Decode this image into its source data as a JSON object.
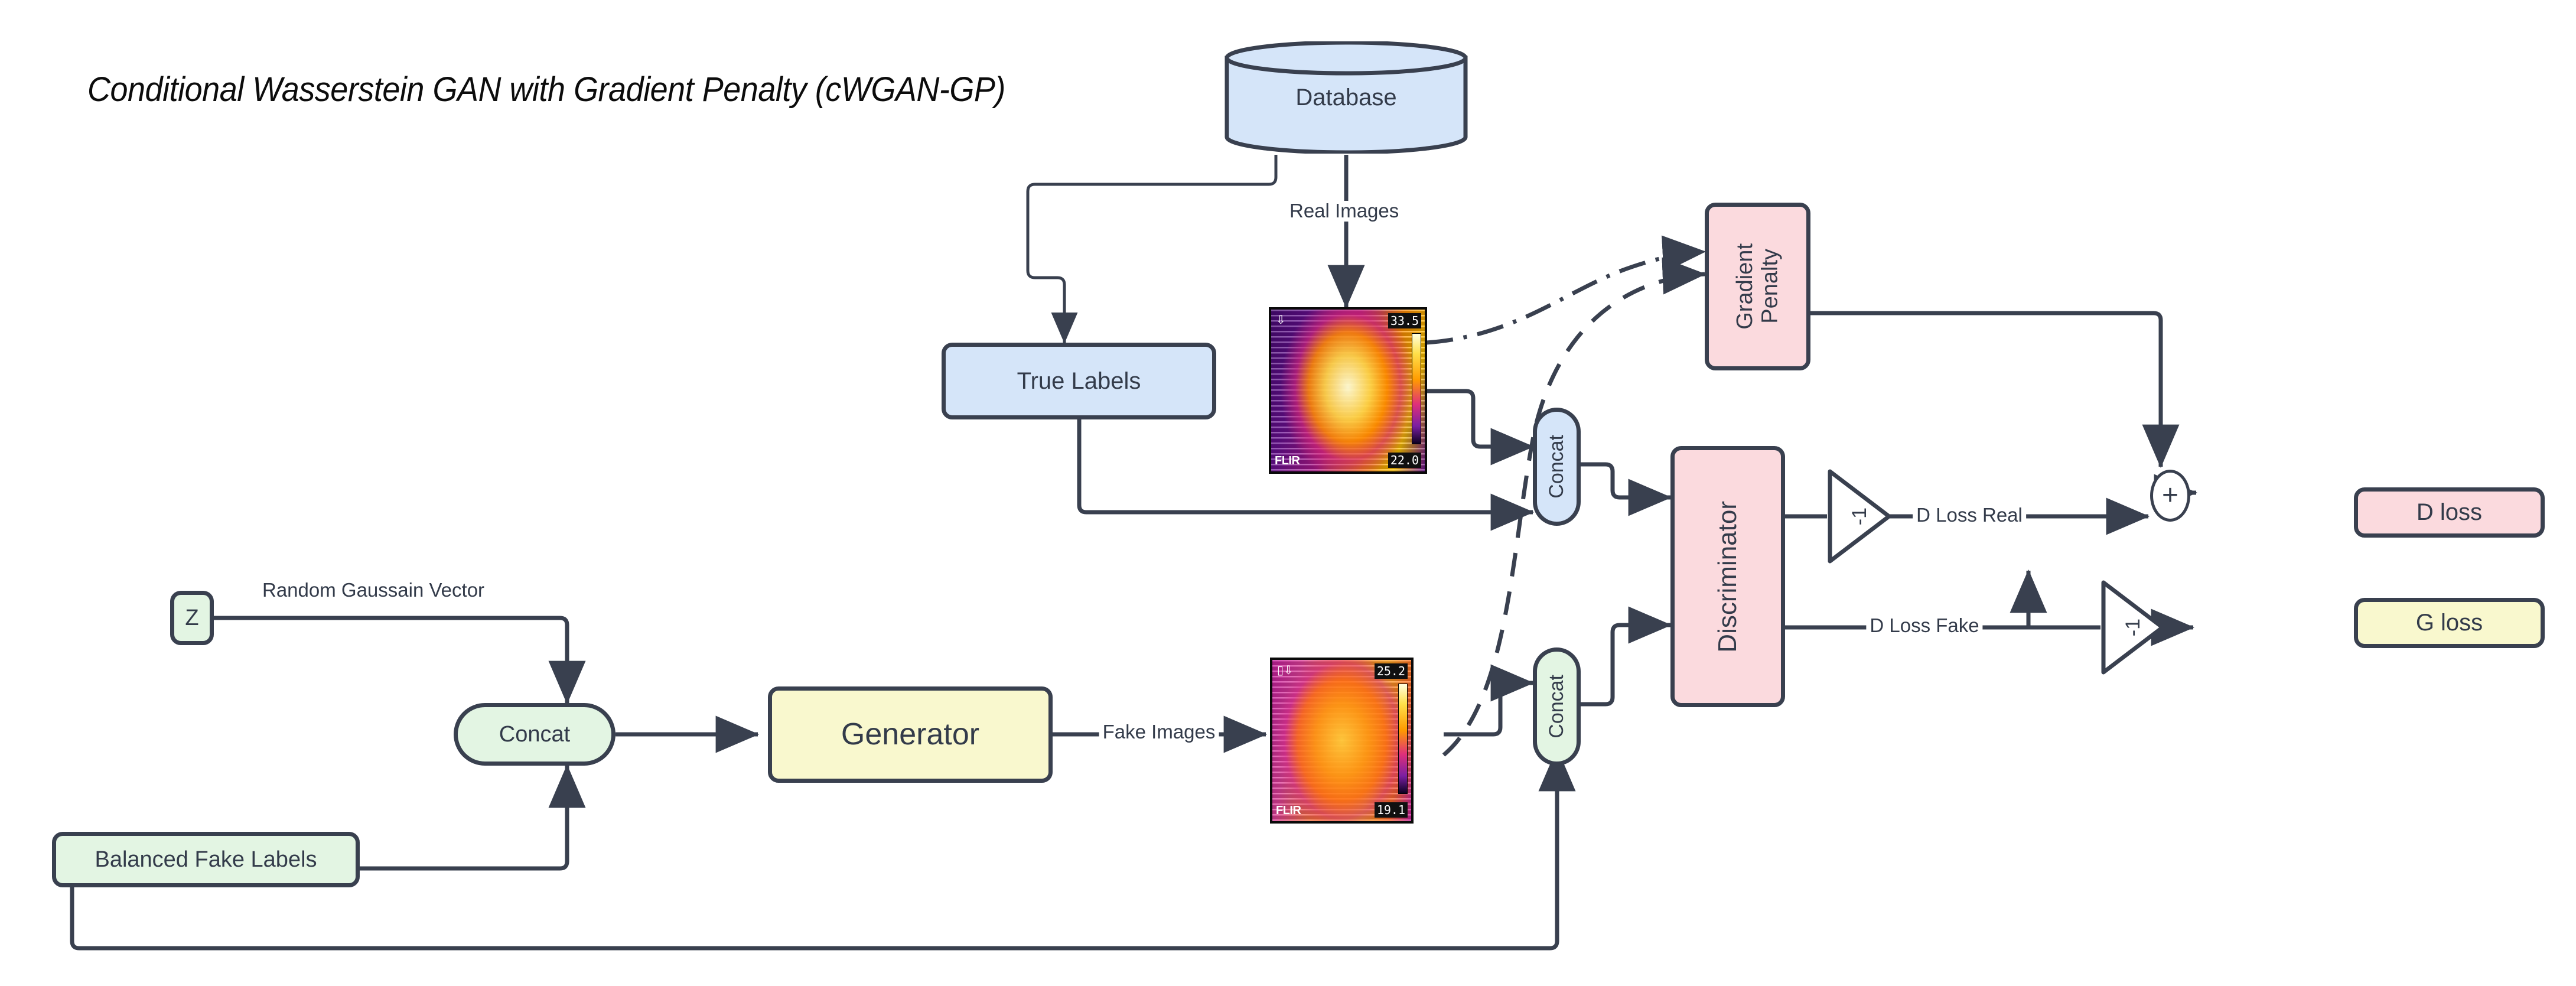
{
  "diagram": {
    "title": "Conditional Wasserstein GAN with Gradient Penalty (cWGAN-GP)",
    "colors": {
      "stroke": "#39404f",
      "text": "#333b4a",
      "blue_fill": "#d5e5f9",
      "pink_fill": "#fbdade",
      "green_fill": "#e3f5e3",
      "yellow_fill": "#f9f8ce",
      "white_fill": "#ffffff",
      "background": "#ffffff"
    }
  },
  "nodes": {
    "database": {
      "label": "Database",
      "shape": "cylinder",
      "fill": "#d5e5f9"
    },
    "true_labels": {
      "label": "True Labels",
      "shape": "rounded-rect",
      "fill": "#d5e5f9"
    },
    "gradient_penalty": {
      "label": "Gradient Penalty",
      "line1": "Gradient",
      "line2": "Penalty",
      "shape": "rounded-rect",
      "fill": "#fbdade"
    },
    "discriminator": {
      "label": "Discriminator",
      "shape": "rounded-rect",
      "fill": "#fbdade"
    },
    "generator": {
      "label": "Generator",
      "shape": "rounded-rect",
      "fill": "#f9f8ce"
    },
    "concat_real": {
      "label": "Concat",
      "shape": "stadium",
      "fill": "#d5e5f9"
    },
    "concat_fake": {
      "label": "Concat",
      "shape": "stadium",
      "fill": "#e3f5e3"
    },
    "concat_z": {
      "label": "Concat",
      "shape": "stadium",
      "fill": "#e3f5e3"
    },
    "z": {
      "label": "Z",
      "shape": "rounded-rect",
      "fill": "#e3f5e3"
    },
    "balanced_fake_labels": {
      "label": "Balanced Fake Labels",
      "shape": "rounded-rect",
      "fill": "#e3f5e3"
    },
    "d_loss": {
      "label": "D loss",
      "shape": "rounded-rect",
      "fill": "#fbdade"
    },
    "g_loss": {
      "label": "G loss",
      "shape": "rounded-rect",
      "fill": "#f9f8ce"
    },
    "sum": {
      "label": "+",
      "shape": "circle",
      "fill": "#ffffff"
    },
    "gain_real": {
      "label": "-1",
      "shape": "triangle"
    },
    "gain_fake": {
      "label": "-1",
      "shape": "triangle"
    }
  },
  "edge_labels": {
    "real_images": "Real Images",
    "fake_images": "Fake Images",
    "random_gaussian_vector": "Random Gaussain Vector",
    "d_loss_real": "D Loss Real",
    "d_loss_fake": "D Loss Fake"
  },
  "images": {
    "real_thermal": {
      "name": "real-thermal-image",
      "temp_max": "33.5",
      "temp_min": "22.0",
      "watermark": "FLIR",
      "status_icon": "download-icon"
    },
    "fake_thermal": {
      "name": "fake-thermal-image",
      "temp_max": "25.2",
      "temp_min": "19.1",
      "watermark": "FLIR",
      "status_icon": "battery-icon"
    }
  }
}
